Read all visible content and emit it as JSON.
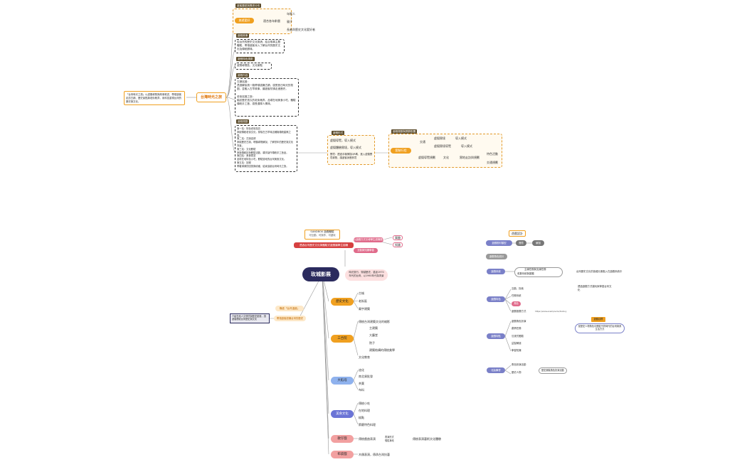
{
  "top": {
    "root": "台灣時光之旅",
    "intro": "「台灣時光之旅」以虛擬導覽與故事敘述，帶領遊客走訪古蹟、歷史景點與老街巷弄，用科技重現台灣的歷史與文化。",
    "sections": [
      {
        "tag": "遊客類型與需求分布",
        "main": "旅遊愛好",
        "mid": "適合各年齡層",
        "leaves": [
          "年輕人",
          "親子",
          "長者與歷史文化愛好者"
        ]
      },
      {
        "tag": "遊程故事",
        "text": "從台灣的歷史文化風貌，結合故事主題體驗，帶領遊客深入了解台灣的歷史文化及傳統韻味。"
      },
      {
        "tag": "遊程特色規劃",
        "text": "遊覽導覽區、文化景點"
      },
      {
        "tag": "遊程內容",
        "text": "古蹟巡禮：\n透過解說員一路帶領認識古蹟，感受昔日時光的氛圍，並融入古早故事，讓遊客彷彿走進歷史。\n\n老街巡禮之旅：\n踏訪歷史悠久的老街巷弄，品嚐在地美食小吃，體驗傳統手工藝，感受濃厚人情味。"
      },
      {
        "tag": "遊程規劃",
        "text": "第一站：特色老街探訪\n參觀傳統老街文化，穿梭在古早味店鋪與傳統建築之間。\n第二站：古蹟巡禮\n參觀歷史古蹟，聆聽導覽解說，了解當年的歷史與文化背景。\n第三站：文化體驗\n參與傳統技藝體驗活動，親手製作傳統手工藝品。\n第四站：美食饗宴\n品嚐在地特色小吃，體驗道地的台灣美食文化。\n第五站：回程\n帶著滿滿的回憶與收穫，結束這趟台灣時光之旅。"
      }
    ],
    "box2": {
      "tag": "遊程形式",
      "items": [
        "虛擬導覽，導入模式",
        "虛擬體驗實境，導入模式",
        "實境：透過手機掃描QR碼，進入虛擬實境導覽，讓遊客身歷其境"
      ]
    },
    "box3": {
      "tag": "遊程規劃與預算配置",
      "center": "套裝行程",
      "rows": [
        {
          "a": "交通",
          "b": "虛擬實境",
          "c": "導入模式"
        },
        {
          "a": "",
          "b": "虛擬實境導覽",
          "c": "導入模式"
        },
        {
          "a": "虛擬導覽規劃",
          "b": "文化",
          "c": "實地走訪與規劃"
        }
      ],
      "tail": [
        "特色活動",
        "交通規劃"
      ]
    }
  },
  "bottom": {
    "title": "玫城影展",
    "top_note_label": "SANDBOX 遊戲體驗",
    "top_note_sub": "可互動、可操作、可遊玩",
    "red_bar": "透過台灣歷史文化與體驗式遊戲讓學生認識",
    "right_pills": [
      "以遊戲方式引導學生認識歷史",
      "互動與知識學習"
    ],
    "right_pill_leaves": [
      "樂趣",
      "知識"
    ],
    "center_note": "時光旅行，穿越歷史，重返1970年代的台灣，以1960年代為背景",
    "left_note": "介紹在地人文環境與歷史變遷，讓遊客體驗台灣歷史與文化",
    "left_pills": [
      "傳遞「台灣溫度」",
      "帶領遊客認識台灣的歷史"
    ],
    "branches": [
      {
        "label": "歷史文化",
        "color": "#f0a020",
        "leaves": [
          "古城",
          "老街區",
          "廟宇建築"
        ]
      },
      {
        "label": "三合院",
        "color": "#f0a020",
        "leaves": [
          "傳統台灣建築文化的縮影",
          "主建築",
          "大廳堂",
          "院子",
          "建築結構的傳統美學",
          "文化教育"
        ]
      },
      {
        "label": "大稻埕",
        "color": "#8fb2ee",
        "leaves": [
          "迪化",
          "南北貨批發",
          "茶葉",
          "布料"
        ]
      },
      {
        "label": "美食文化",
        "color": "#6b74d6",
        "leaves": [
          "傳統小吃",
          "在地料理",
          "糕點",
          "節慶特色料理"
        ]
      },
      {
        "label": "歌仔戲",
        "color": "#f2a0a0",
        "leaves": [
          "傳統戲曲表演"
        ]
      },
      {
        "label": "布袋戲",
        "color": "#f2a0a0",
        "leaves": [
          "木偶表演，傳承台灣技藝"
        ]
      }
    ],
    "opera_note": "傳統表演藝術文化體驗",
    "opera_sub": [
      "表演形式",
      "唱腔身段"
    ]
  },
  "right": {
    "header": "遊戲設計",
    "row1": [
      "遊戲題材類型",
      "冒險",
      "解謎"
    ],
    "sub": "遊戲角色設計",
    "groups": [
      {
        "label": "遊戲系統",
        "items": [
          "主線任務與支線任務",
          "收集系統與圖鑑"
        ],
        "note": "台灣歷史文化的各種元素融入在遊戲系統中"
      },
      {
        "label": "遊戲特色",
        "items": [
          "互動、探索",
          "任務系統",
          "角色",
          "遊戲推廣方式"
        ],
        "note": "透過遊戲方式讓玩家學習台灣文化"
      },
      {
        "label": "遊戲特點",
        "items": [
          "遊戲角色扮演",
          "劇情任務",
          "沉浸式體驗",
          "益智解謎",
          "學習知識"
        ],
        "note": "從歷史人物角色中體驗不同時代的台灣與其生活方式",
        "badge": "遊戲目標"
      },
      {
        "label": "化妝舞會",
        "items": [
          "角色扮演活動",
          "歷史人物"
        ],
        "note": "歷史服裝角色扮演活動"
      }
    ],
    "url": "https://www.example.tw/history"
  },
  "colors": {
    "orange": "#f0a020",
    "navy": "#2b2b5e",
    "red": "#d64040",
    "pink": "#e06b8b",
    "periwinkle": "#7a80c8",
    "grey": "#777777"
  }
}
